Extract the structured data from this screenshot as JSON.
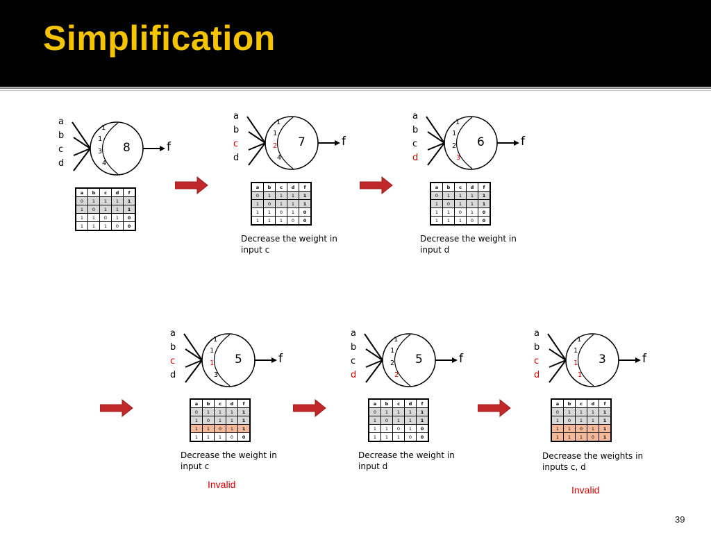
{
  "title": "Simplification",
  "page_number": "39",
  "colors": {
    "title": "#f5c400",
    "header_bg": "#000000",
    "highlight_red": "#d40000",
    "row_gray": "#d9d9d9",
    "row_orange": "#f4b99a",
    "arrow": "#c0282a"
  },
  "table_header": [
    "a",
    "b",
    "c",
    "d",
    "f"
  ],
  "panels": [
    {
      "inputs": [
        {
          "t": "a"
        },
        {
          "t": "b"
        },
        {
          "t": "c"
        },
        {
          "t": "d"
        }
      ],
      "weights": [
        {
          "t": "1"
        },
        {
          "t": "1"
        },
        {
          "t": "3"
        },
        {
          "t": "4"
        }
      ],
      "threshold": "8",
      "output": "f",
      "rows": [
        {
          "cells": [
            "0",
            "1",
            "1",
            "1",
            "1"
          ],
          "hl": "g"
        },
        {
          "cells": [
            "1",
            "0",
            "1",
            "1",
            "1"
          ],
          "hl": "g"
        },
        {
          "cells": [
            "1",
            "1",
            "0",
            "1",
            "0"
          ],
          "hl": "n"
        },
        {
          "cells": [
            "1",
            "1",
            "1",
            "0",
            "0"
          ],
          "hl": "n"
        }
      ],
      "caption": "",
      "status": ""
    },
    {
      "inputs": [
        {
          "t": "a"
        },
        {
          "t": "b"
        },
        {
          "t": "c",
          "red": true
        },
        {
          "t": "d"
        }
      ],
      "weights": [
        {
          "t": "1"
        },
        {
          "t": "1"
        },
        {
          "t": "2",
          "red": true
        },
        {
          "t": "4"
        }
      ],
      "threshold": "7",
      "output": "f",
      "rows": [
        {
          "cells": [
            "0",
            "1",
            "1",
            "1",
            "1"
          ],
          "hl": "g"
        },
        {
          "cells": [
            "1",
            "0",
            "1",
            "1",
            "1"
          ],
          "hl": "g"
        },
        {
          "cells": [
            "1",
            "1",
            "0",
            "1",
            "0"
          ],
          "hl": "n"
        },
        {
          "cells": [
            "1",
            "1",
            "1",
            "0",
            "0"
          ],
          "hl": "n"
        }
      ],
      "caption": "Decrease the weight in input c",
      "status": ""
    },
    {
      "inputs": [
        {
          "t": "a"
        },
        {
          "t": "b"
        },
        {
          "t": "c"
        },
        {
          "t": "d",
          "red": true
        }
      ],
      "weights": [
        {
          "t": "1"
        },
        {
          "t": "1"
        },
        {
          "t": "2"
        },
        {
          "t": "3",
          "red": true
        }
      ],
      "threshold": "6",
      "output": "f",
      "rows": [
        {
          "cells": [
            "0",
            "1",
            "1",
            "1",
            "1"
          ],
          "hl": "g"
        },
        {
          "cells": [
            "1",
            "0",
            "1",
            "1",
            "1"
          ],
          "hl": "g"
        },
        {
          "cells": [
            "1",
            "1",
            "0",
            "1",
            "0"
          ],
          "hl": "n"
        },
        {
          "cells": [
            "1",
            "1",
            "1",
            "0",
            "0"
          ],
          "hl": "n"
        }
      ],
      "caption": "Decrease the weight in input d",
      "status": ""
    },
    {
      "inputs": [
        {
          "t": "a"
        },
        {
          "t": "b"
        },
        {
          "t": "c",
          "red": true
        },
        {
          "t": "d"
        }
      ],
      "weights": [
        {
          "t": "1"
        },
        {
          "t": "1"
        },
        {
          "t": "1",
          "red": true
        },
        {
          "t": "3"
        }
      ],
      "threshold": "5",
      "output": "f",
      "rows": [
        {
          "cells": [
            "0",
            "1",
            "1",
            "1",
            "1"
          ],
          "hl": "g"
        },
        {
          "cells": [
            "1",
            "0",
            "1",
            "1",
            "1"
          ],
          "hl": "g"
        },
        {
          "cells": [
            "1",
            "1",
            "0",
            "1",
            "1"
          ],
          "hl": "o"
        },
        {
          "cells": [
            "1",
            "1",
            "1",
            "0",
            "0"
          ],
          "hl": "n"
        }
      ],
      "caption": "Decrease the weight in input c",
      "status": "Invalid"
    },
    {
      "inputs": [
        {
          "t": "a"
        },
        {
          "t": "b"
        },
        {
          "t": "c"
        },
        {
          "t": "d",
          "red": true
        }
      ],
      "weights": [
        {
          "t": "1"
        },
        {
          "t": "1"
        },
        {
          "t": "2"
        },
        {
          "t": "2",
          "red": true
        }
      ],
      "threshold": "5",
      "output": "f",
      "rows": [
        {
          "cells": [
            "0",
            "1",
            "1",
            "1",
            "1"
          ],
          "hl": "g"
        },
        {
          "cells": [
            "1",
            "0",
            "1",
            "1",
            "1"
          ],
          "hl": "g"
        },
        {
          "cells": [
            "1",
            "1",
            "0",
            "1",
            "0"
          ],
          "hl": "n"
        },
        {
          "cells": [
            "1",
            "1",
            "1",
            "0",
            "0"
          ],
          "hl": "n"
        }
      ],
      "caption": "Decrease the weight in input d",
      "status": ""
    },
    {
      "inputs": [
        {
          "t": "a"
        },
        {
          "t": "b"
        },
        {
          "t": "c",
          "red": true
        },
        {
          "t": "d",
          "red": true
        }
      ],
      "weights": [
        {
          "t": "1"
        },
        {
          "t": "1"
        },
        {
          "t": "1",
          "red": true
        },
        {
          "t": "1",
          "red": true
        }
      ],
      "threshold": "3",
      "output": "f",
      "rows": [
        {
          "cells": [
            "0",
            "1",
            "1",
            "1",
            "1"
          ],
          "hl": "g"
        },
        {
          "cells": [
            "1",
            "0",
            "1",
            "1",
            "1"
          ],
          "hl": "g"
        },
        {
          "cells": [
            "1",
            "1",
            "0",
            "1",
            "1"
          ],
          "hl": "o"
        },
        {
          "cells": [
            "1",
            "1",
            "1",
            "0",
            "1"
          ],
          "hl": "o"
        }
      ],
      "caption": "Decrease the weights in inputs c, d",
      "status": "Invalid"
    }
  ]
}
